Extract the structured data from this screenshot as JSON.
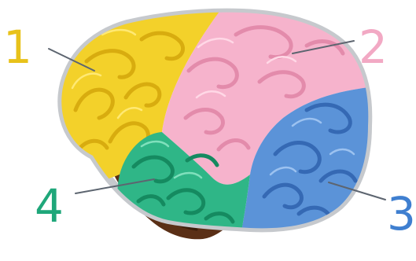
{
  "labels": [
    {
      "id": "1",
      "text": "1",
      "color": "#e8c21a"
    },
    {
      "id": "2",
      "text": "2",
      "color": "#f2a9c4"
    },
    {
      "id": "3",
      "text": "3",
      "color": "#3f7fd0"
    },
    {
      "id": "4",
      "text": "4",
      "color": "#1fa77a"
    }
  ],
  "lobes": [
    {
      "id": "1",
      "color": "#f3d12a"
    },
    {
      "id": "2",
      "color": "#f6b3cc"
    },
    {
      "id": "3",
      "color": "#5b93d8"
    },
    {
      "id": "4",
      "color": "#2fb687"
    }
  ],
  "stem_color": "#5a2f16"
}
